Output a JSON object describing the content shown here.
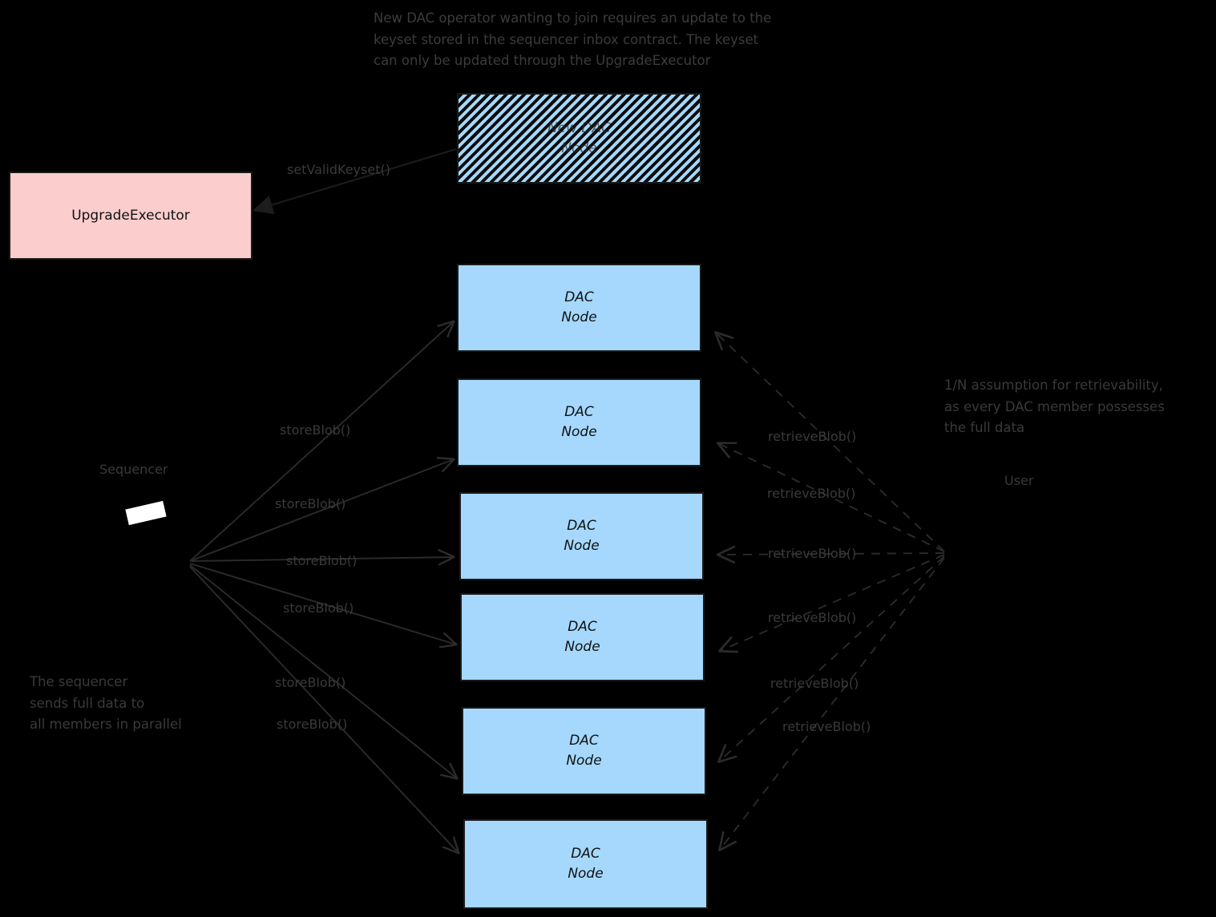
{
  "diagram": {
    "title_note_top": "New DAC operator wanting to join requires an update to the\nkeyset stored in the sequencer inbox contract. The keyset\ncan only be updated through the UpgradeExecutor",
    "note_left_bottom": "The sequencer\nsends full data to\nall members in parallel",
    "note_right": "1/N assumption for retrievability,\nas every DAC member possesses\nthe full data",
    "colors": {
      "background": "#000000",
      "node_fill": "#a5d8fc",
      "node_stroke": "#1a1a1a",
      "executor_fill": "#fccdcd",
      "executor_stroke": "#1a1a1a",
      "text": "#3a3a3a",
      "box_text": "#111111",
      "hatch_line": "#0c0c0c"
    }
  },
  "new_node": {
    "label": "New DAC\nNode"
  },
  "upgrade_executor": {
    "label": "UpgradeExecutor"
  },
  "actors": {
    "sequencer": "Sequencer",
    "user": "User"
  },
  "dac_nodes": [
    {
      "label": "DAC\nNode"
    },
    {
      "label": "DAC\nNode"
    },
    {
      "label": "DAC\nNode"
    },
    {
      "label": "DAC\nNode"
    },
    {
      "label": "DAC\nNode"
    },
    {
      "label": "DAC\nNode"
    }
  ],
  "edges": {
    "set_valid_keyset": "setValidKeyset()",
    "store_blob": [
      "storeBlob()",
      "storeBlob()",
      "storeBlob()",
      "storeBlob()",
      "storeBlob()",
      "storeBlob()"
    ],
    "retrieve_blob": [
      "retrieveBlob()",
      "retrieveBlob()",
      "retrieveBlob()",
      "retrieveBlob()",
      "retrieveBlob()",
      "retrieveBlob()"
    ]
  }
}
